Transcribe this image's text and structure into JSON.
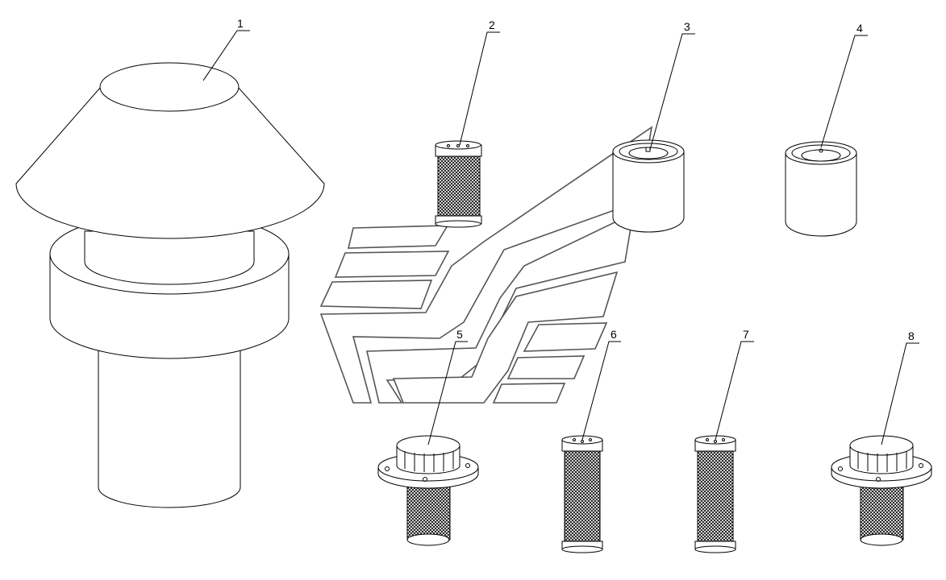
{
  "parts": [
    {
      "id": "part-1",
      "label": "1"
    },
    {
      "id": "part-2",
      "label": "2"
    },
    {
      "id": "part-3",
      "label": "3"
    },
    {
      "id": "part-4",
      "label": "4"
    },
    {
      "id": "part-5",
      "label": "5"
    },
    {
      "id": "part-6",
      "label": "6"
    },
    {
      "id": "part-7",
      "label": "7"
    },
    {
      "id": "part-8",
      "label": "8"
    }
  ],
  "colors": {
    "line": "#000000",
    "background": "#ffffff",
    "watermark": "#555555"
  }
}
